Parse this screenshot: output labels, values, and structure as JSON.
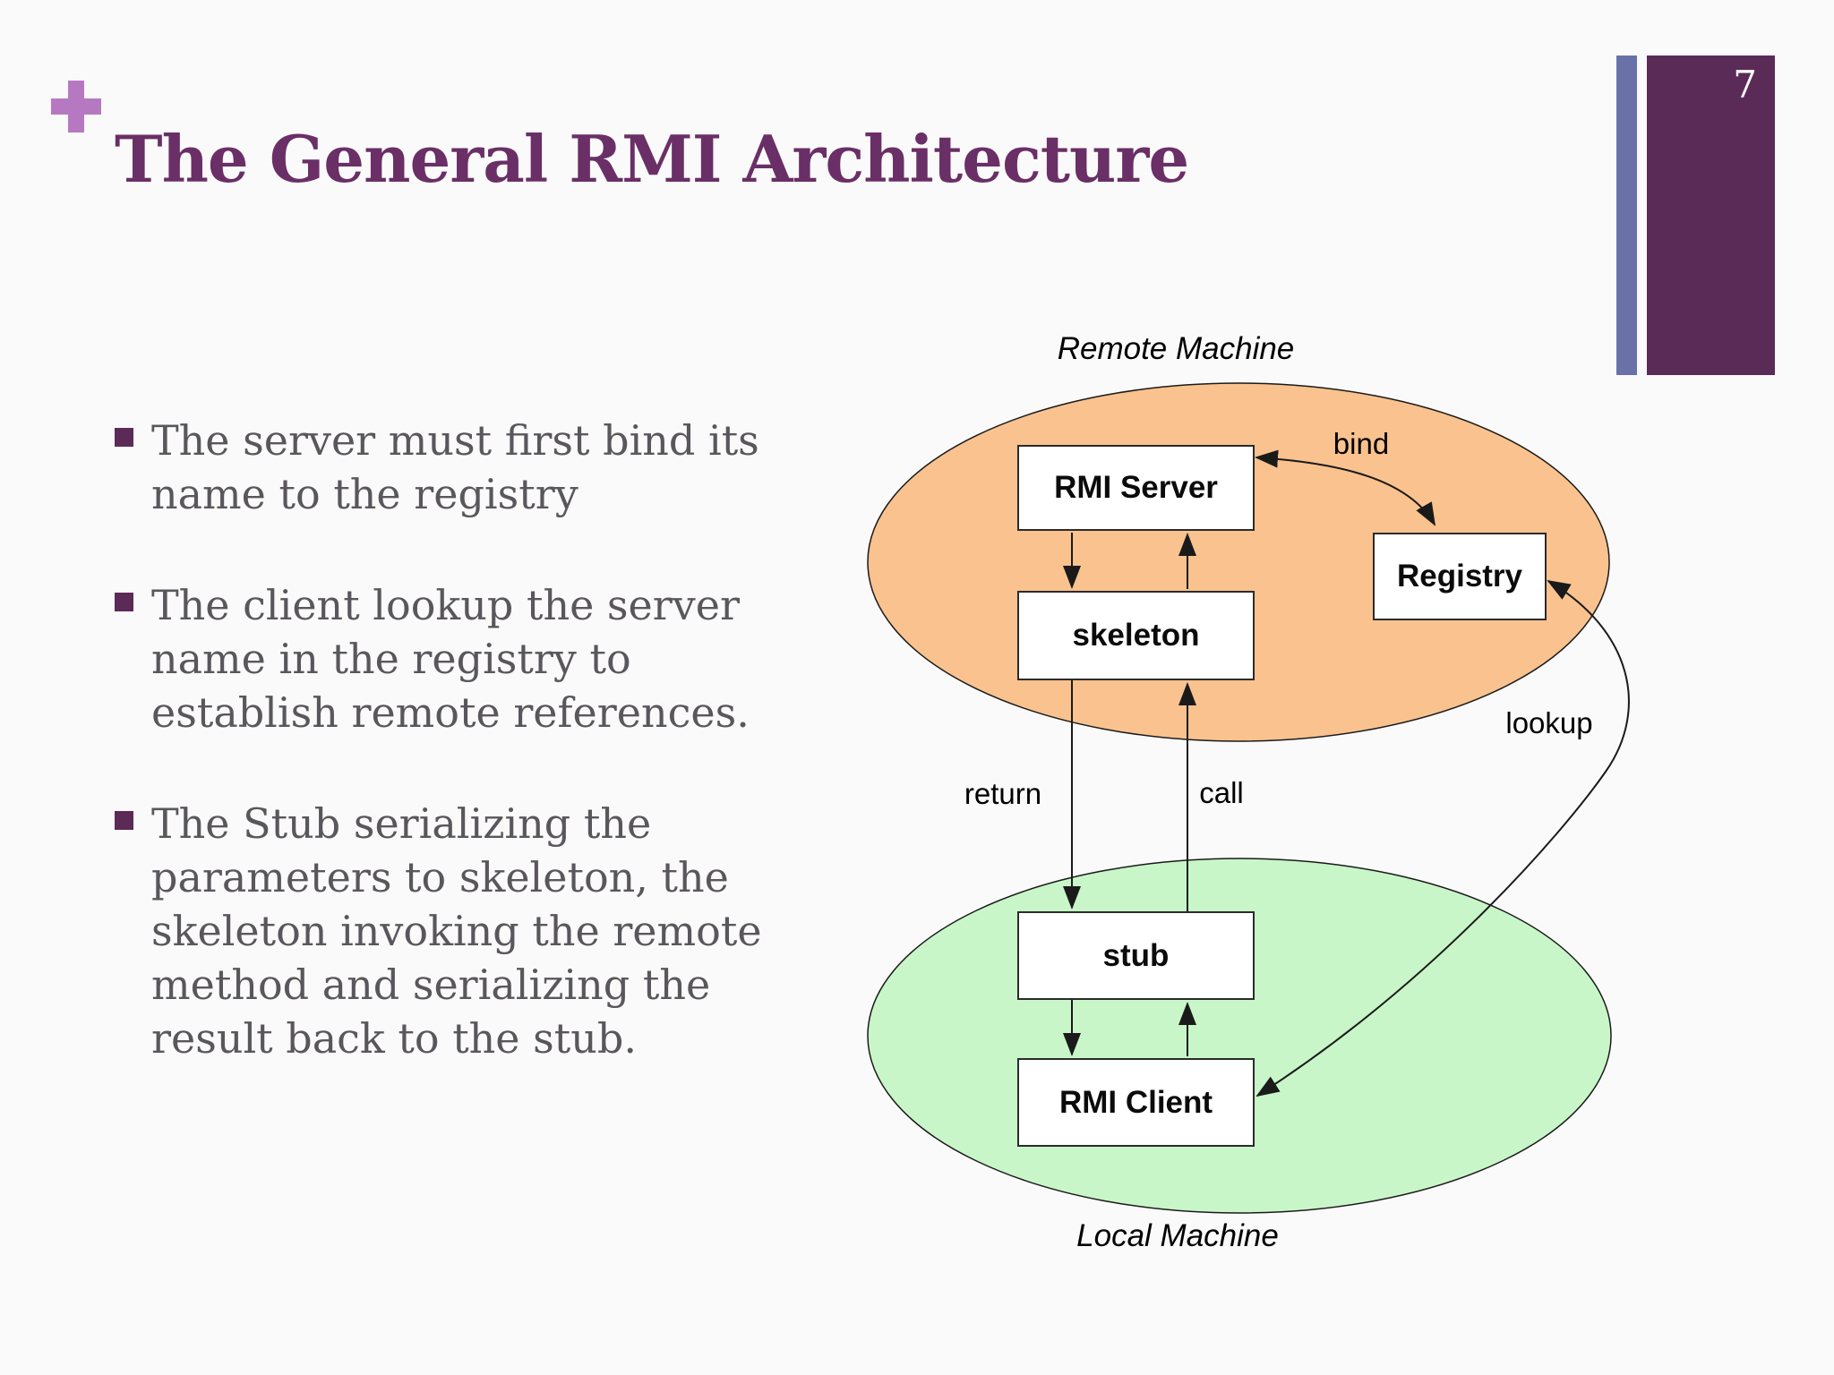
{
  "slide": {
    "title": "The General RMI Architecture",
    "page_number": "7"
  },
  "icons": {
    "header_accent": "plus-icon"
  },
  "bullets": [
    {
      "text": "The server must first bind its name to the registry"
    },
    {
      "text": "The client lookup the server name in the registry to establish remote references."
    },
    {
      "text": "The Stub serializing the parameters to skeleton, the skeleton invoking the remote method and serializing the result back to the stub."
    }
  ],
  "diagram": {
    "remote_machine_label": "Remote Machine",
    "local_machine_label": "Local Machine",
    "nodes": {
      "rmi_server": "RMI Server",
      "skeleton": "skeleton",
      "registry": "Registry",
      "stub": "stub",
      "rmi_client": "RMI Client"
    },
    "edge_labels": {
      "bind": "bind",
      "return": "return",
      "call": "call",
      "lookup": "lookup"
    }
  },
  "colors": {
    "title_text": "#6A2F66",
    "plus_accent": "#B679C1",
    "bullet_marker": "#5C2A57",
    "body_text": "#5A575C",
    "band_blue": "#6A71A8",
    "band_purple": "#5B2B57",
    "page_number_text": "#FFFFFF",
    "remote_ellipse_fill": "#F9C28E",
    "local_ellipse_fill": "#C8F6C8",
    "diagram_line": "#1A1A1A",
    "node_fill": "#FFFFFF",
    "node_border": "#2B2B2B"
  }
}
